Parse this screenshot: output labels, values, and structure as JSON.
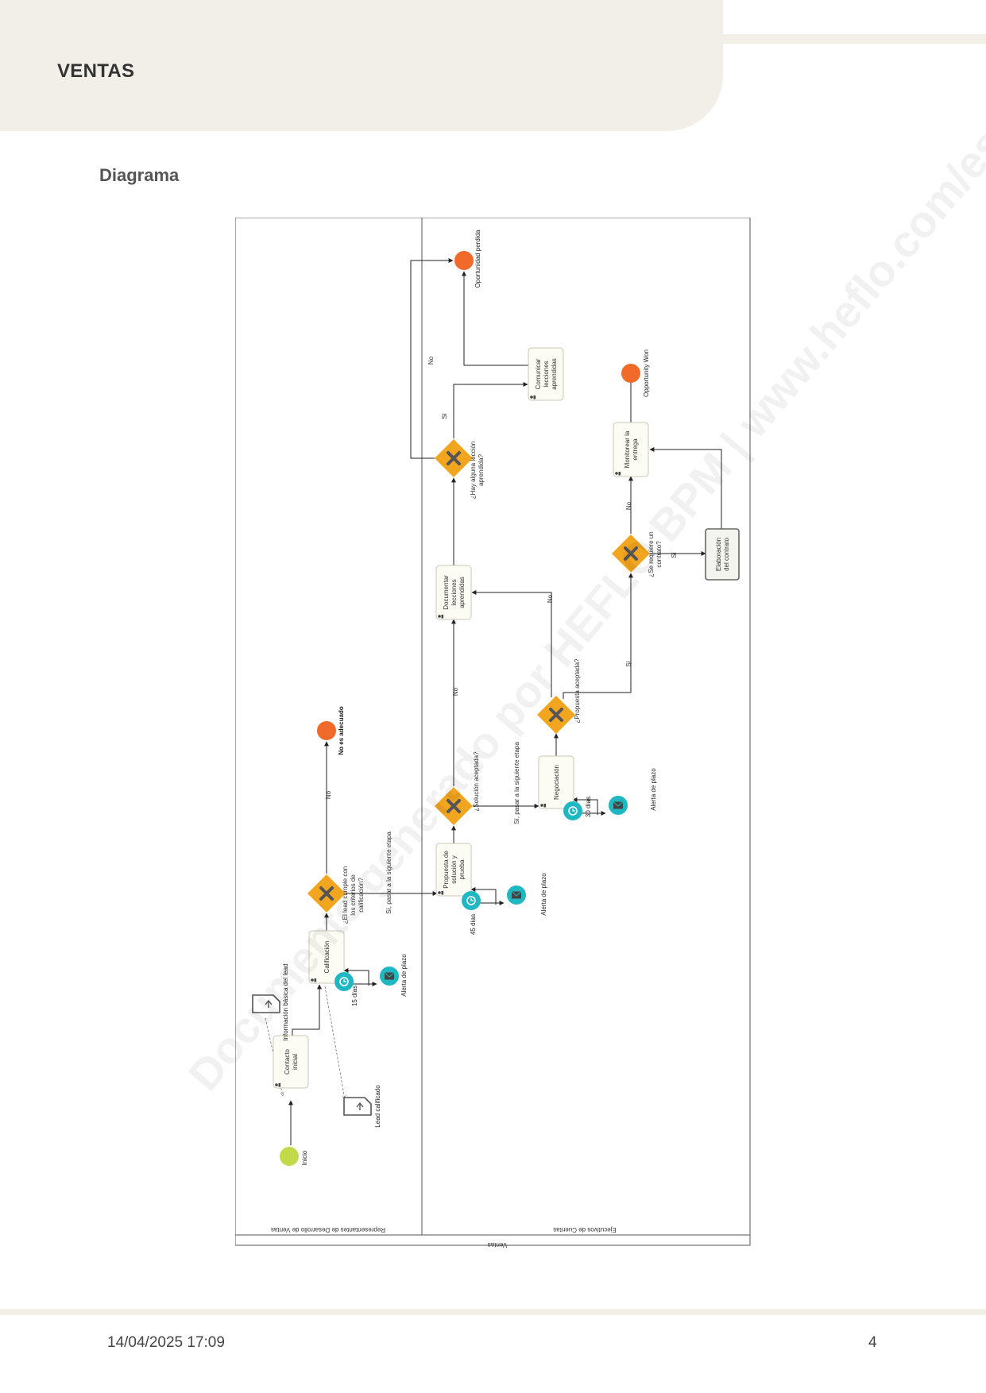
{
  "header": {
    "title": "VENTAS"
  },
  "section": {
    "title": "Diagrama"
  },
  "footer": {
    "datetime": "14/04/2025 17:09",
    "page": "4"
  },
  "watermark": "Documento generado por HEFLO BPM | www.heflo.com/es",
  "colors": {
    "gateway": "#f2a51f",
    "end_event": "#f26a2a",
    "start_event": "#c4d94a",
    "timer": "#1fb8c2",
    "header_band": "#f1efe8"
  },
  "diagram": {
    "pool": "Ventas",
    "lanes": [
      "Representantes de Desarrollo de Ventas",
      "Ejecutivos de Cuentas"
    ],
    "events": {
      "start": "Inicio",
      "end_unfit": "No es adecuado",
      "end_lost": "Oportunidad perdida",
      "end_won": "Opportunity Won"
    },
    "tasks": {
      "contacto": [
        "Contacto",
        "inicial"
      ],
      "calificacion": [
        "Calificación"
      ],
      "propuesta": [
        "Propuesta de",
        "solución y",
        "prueba"
      ],
      "negociacion": [
        "Negociación"
      ],
      "documentar": [
        "Documentar",
        "lecciones",
        "aprendidas"
      ],
      "comunicar": [
        "Comunicar",
        "lecciones",
        "aprendidas"
      ],
      "monitorear": [
        "Monitorear la",
        "entrega"
      ],
      "elaboracion": [
        "Elaboración",
        "del contrato"
      ]
    },
    "data_objects": {
      "info_lead": "Información básica del lead",
      "lead_calificado": "Lead calificado"
    },
    "gateways": {
      "criterios": [
        "¿El lead cumple con",
        "los criterios de",
        "calificación?"
      ],
      "solucion": [
        "¿Solución aceptada?"
      ],
      "propuesta": [
        "¿Propuesta aceptada?"
      ],
      "leccion": [
        "¿Hay alguna lección",
        "aprendida?"
      ],
      "contrato": [
        "¿Se requiere un",
        "contrato?"
      ]
    },
    "flows": {
      "no": "No",
      "si": "Sí",
      "si_pasar": "Sí, pasar a la siguiente etapa"
    },
    "timers": {
      "t15": "15 días",
      "t45": "45 días",
      "t30": "30 días",
      "alerta": "Alerta de plazo"
    }
  }
}
